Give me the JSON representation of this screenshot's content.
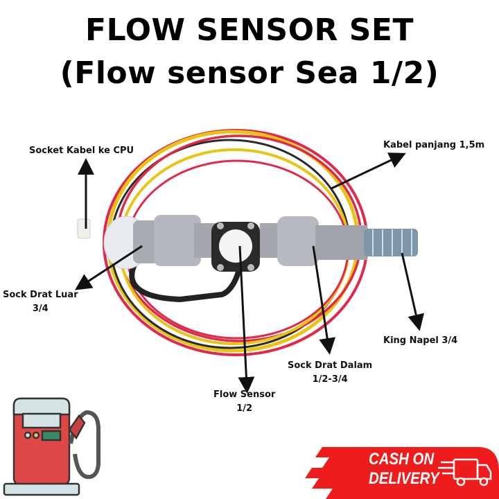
{
  "title": {
    "line1": "FLOW SENSOR SET",
    "line2": "(Flow sensor Sea 1/2)"
  },
  "callouts": [
    {
      "id": "socket",
      "text": "Socket Kabel ke CPU"
    },
    {
      "id": "cable",
      "text": "Kabel panjang 1,5m"
    },
    {
      "id": "sock-luar",
      "line1": "Sock Drat Luar",
      "line2": "3/4"
    },
    {
      "id": "king-napel",
      "text": "King Napel 3/4"
    },
    {
      "id": "sock-dalam",
      "line1": "Sock Drat Dalam",
      "line2": "1/2-3/4"
    },
    {
      "id": "flow-sensor",
      "line1": "Flow Sensor",
      "line2": "1/2"
    }
  ],
  "badge": {
    "line1": "CASH ON",
    "line2": "DELIVERY",
    "color": "#ee1c1c"
  },
  "icons": {
    "pump": "fuel-pump-icon",
    "truck": "delivery-truck-icon"
  },
  "colors": {
    "wire_red": "#e0284a",
    "wire_yellow": "#e8c414",
    "wire_black": "#222222",
    "pipe": "#b8bcc2",
    "pump_body": "#e04848",
    "pump_trim": "#d4e4e4"
  }
}
